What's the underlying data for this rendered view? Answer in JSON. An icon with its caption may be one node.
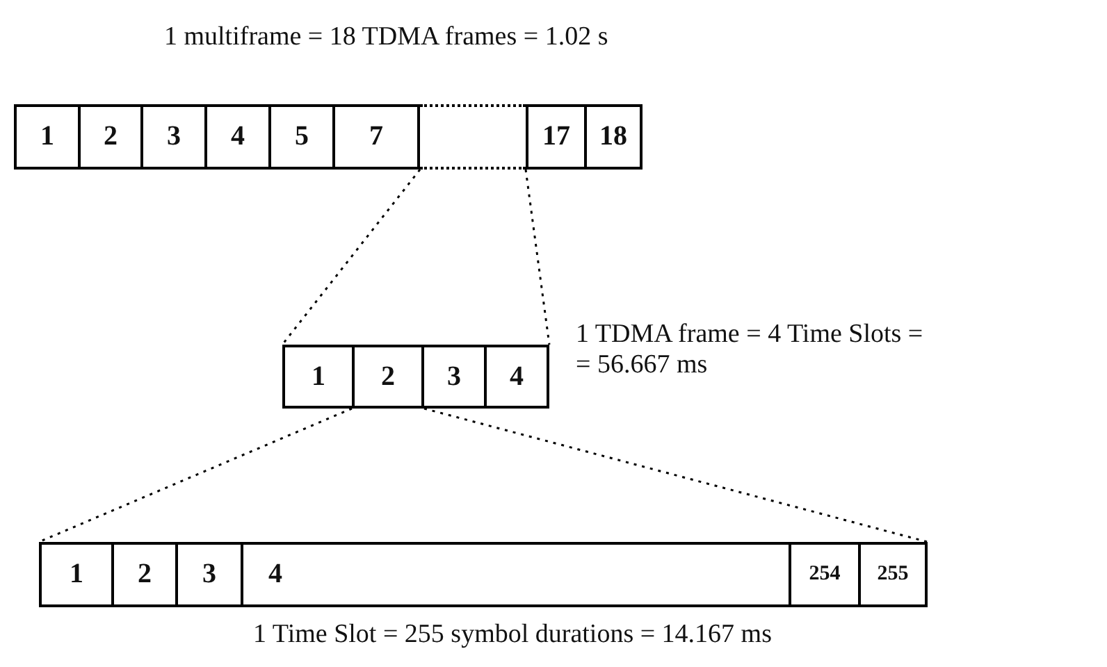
{
  "diagram": {
    "nodes": [
      {
        "text": [
          "1"
        ]
      },
      {
        "text": [
          "2"
        ]
      },
      {
        "text": [
          "3"
        ]
      },
      {
        "text": [
          "4"
        ]
      },
      {
        "text": [
          "5"
        ]
      },
      {
        "text": [
          "7"
        ]
      },
      {
        "text": [],
        "shape": "box"
      },
      {
        "text": [
          "17"
        ]
      },
      {
        "text": [
          "18"
        ]
      },
      {
        "text": [
          "1"
        ]
      },
      {
        "text": [
          "2"
        ]
      },
      {
        "text": [
          "3"
        ]
      },
      {
        "text": [
          "4"
        ]
      },
      {
        "text": [
          "1"
        ]
      },
      {
        "text": [
          "2"
        ]
      },
      {
        "text": [
          "3"
        ]
      },
      {
        "text": [
          "4"
        ]
      },
      {
        "text": [],
        "shape": "box"
      },
      {
        "text": [
          "254"
        ]
      },
      {
        "text": [
          "255"
        ]
      }
    ],
    "edges": [
      {
        "from": 6,
        "to": 9,
        "arrow": "none",
        "style": "dashed"
      },
      {
        "from": 6,
        "to": 12,
        "arrow": "none",
        "style": "dashed"
      },
      {
        "from": 10,
        "to": 13,
        "arrow": "none",
        "style": "dashed"
      },
      {
        "from": 10,
        "to": 19,
        "arrow": "none",
        "style": "dashed"
      }
    ],
    "labels": [
      "1 multiframe = 18 TDMA frames = 1.02 s",
      "1 TDMA frame = 4 Time Slots = = 56.667 ms",
      "1 Time Slot = 255 symbol durations = 14.167 ms"
    ]
  }
}
